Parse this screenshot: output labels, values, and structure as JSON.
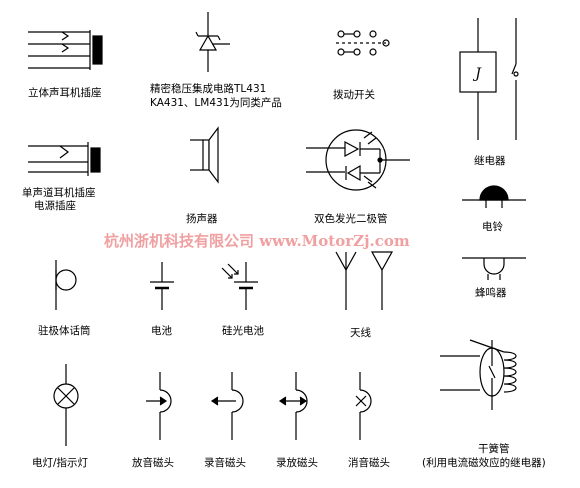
{
  "labels": {
    "stereo_jack": "立体声耳机插座",
    "precision_regulator_1": "精密稳压集成电路TL431",
    "precision_regulator_2": "KA431、LM431为同类产品",
    "toggle_switch": "拨动开关",
    "relay": "继电器",
    "mono_jack_1": "单声道耳机插座",
    "mono_jack_2": "电源插座",
    "speaker": "扬声器",
    "bicolor_led": "双色发光二极管",
    "bell": "电铃",
    "buzzer": "蜂鸣器",
    "electret_mic": "驻极体话筒",
    "battery": "电池",
    "solar_cell": "硅光电池",
    "antenna": "天线",
    "lamp": "电灯/指示灯",
    "play_head": "放音磁头",
    "record_head": "录音磁头",
    "rec_play_head": "录放磁头",
    "erase_head": "消音磁头",
    "reed_switch_1": "干簧管",
    "reed_switch_2": "(利用电流磁效应的继电器)",
    "relay_coil_letter": "J"
  },
  "watermark": {
    "text": "杭州浙机科技有限公司 www.MotorZj.com",
    "color": "#f0a0a0"
  }
}
